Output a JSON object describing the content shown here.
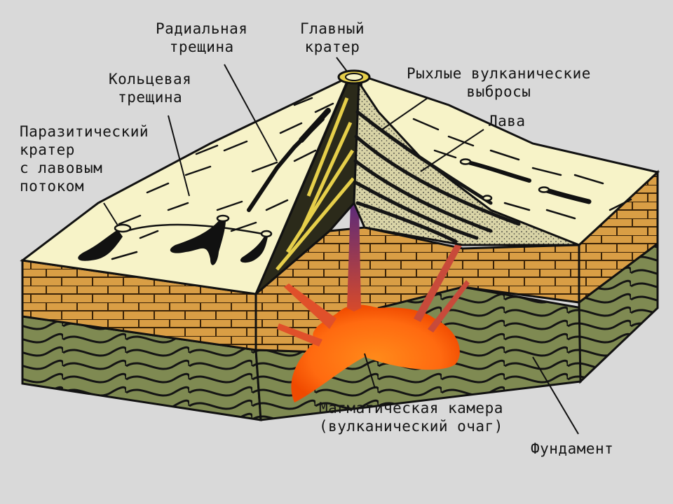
{
  "labels": {
    "radial_fissure": [
      "Радиальная",
      "трещина"
    ],
    "main_crater": [
      "Главный",
      "кратер"
    ],
    "ring_fissure": [
      "Кольцевая",
      "трещина"
    ],
    "loose_ejecta": [
      "Рыхлые вулканические",
      "выбросы"
    ],
    "lava": "Лава",
    "parasitic_crater": [
      "Паразитический",
      "кратер",
      "с лавовым",
      "потоком"
    ],
    "magma_chamber": [
      "Магматическая камера",
      "(вулканический очаг)"
    ],
    "foundation": "Фундамент"
  },
  "colors": {
    "background": "#d9d9d9",
    "cone_surface": "#f7f3c8",
    "ejecta": "#d8d3a6",
    "brick": "#d99e45",
    "basement": "#7f8a52",
    "magma": "#ff6a10",
    "conduit": "#5a2a7a",
    "outline": "#111111"
  }
}
